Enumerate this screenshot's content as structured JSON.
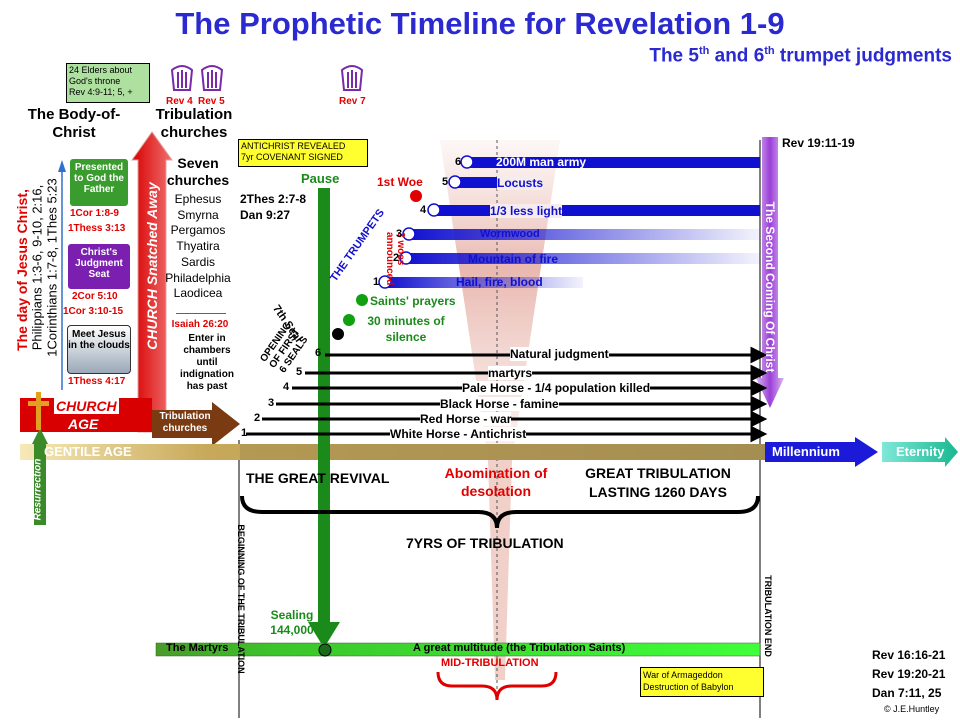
{
  "header": {
    "title": "The Prophetic Timeline for Revelation 1-9",
    "subtitle_pre": "The 5",
    "subtitle_sup1": "th",
    "subtitle_mid": " and 6",
    "subtitle_sup2": "th",
    "subtitle_post": " trumpet judgments"
  },
  "elders": {
    "line1": "24 Elders about",
    "line2": "God's throne",
    "line3": "Rev 4:9-11; 5, +"
  },
  "harps": {
    "rev4": "Rev 4",
    "rev5": "Rev 5",
    "rev7": "Rev 7"
  },
  "left": {
    "body_of_christ": "The Body-of-Christ",
    "tribulation_churches": "Tribulation churches",
    "day_of_christ": "The day of Jesus Christ,",
    "day_refs1": "Philippians 1:3-6, 9-10, 2:16,",
    "day_refs2": "1Corinthians 1:7-8, 1Thes 5:23",
    "snatched": "CHURCH Snatched Away",
    "boxes": [
      {
        "label": "Presented to God the Father",
        "ref1": "1Cor 1:8-9",
        "ref2": "1Thess 3:13"
      },
      {
        "label": "Christ's Judgment Seat",
        "ref1": "2Cor 5:10",
        "ref2": "1Cor 3:10-15"
      },
      {
        "label": "Meet Jesus in the clouds",
        "ref1": "1Thess 4:17",
        "ref2": ""
      }
    ],
    "church_age1": "CHURCH",
    "church_age2": "AGE",
    "resurrection": "Resurrection",
    "gentile_age": "GENTILE AGE",
    "trib_churches_arrow": "Tribulation churches"
  },
  "seven_churches": {
    "title": "Seven churches",
    "items": [
      "Ephesus",
      "Smyrna",
      "Pergamos",
      "Thyatira",
      "Sardis",
      "Philadelphia",
      "Laodicea"
    ],
    "isaiah": "Isaiah 26:20",
    "isaiah_text": "Enter in chambers until indignation has past"
  },
  "center": {
    "antichrist1": "ANTICHRIST  REVEALED",
    "antichrist2": "7yr COVENANT  SIGNED",
    "pause": "Pause",
    "thes": "2Thes 2:7-8",
    "dan": "Dan 9:27",
    "seventh_seal": "7th Seal",
    "opening": "OPENING OF FIRST 6 SEALS",
    "trumpets": "THE TRUMPETS",
    "woes": "3 woes announced",
    "first_woe": "1st Woe",
    "saints_prayers": "Saints' prayers",
    "silence": "30 minutes of silence",
    "beginning": "BEGINNING OF THE TRIBULATION",
    "trib_end": "TRIBULATION END",
    "second_coming": "The Second Coming Of Christ",
    "rev19": "Rev 19:11-19",
    "sealing1": "Sealing",
    "sealing2": "144,000"
  },
  "trumpets": [
    {
      "n": "1",
      "label": "Hail, fire, blood"
    },
    {
      "n": "2",
      "label": "Mountain of fire"
    },
    {
      "n": "3",
      "label": "Wormwood"
    },
    {
      "n": "4",
      "label": "1/3 less light"
    },
    {
      "n": "5",
      "label": "Locusts"
    },
    {
      "n": "6",
      "label": "200M man army"
    }
  ],
  "seals": [
    {
      "n": "1",
      "label": "White Horse - Antichrist"
    },
    {
      "n": "2",
      "label": "Red Horse - war"
    },
    {
      "n": "3",
      "label": "Black Horse - famine"
    },
    {
      "n": "4",
      "label": "Pale Horse - 1/4 population killed"
    },
    {
      "n": "5",
      "label": "martyrs"
    },
    {
      "n": "6",
      "label": "Natural judgment"
    }
  ],
  "bottom": {
    "millennium": "Millennium",
    "eternity": "Eternity",
    "great_revival": "THE GREAT REVIVAL",
    "abomination": "Abomination of desolation",
    "great_trib1": "GREAT TRIBULATION",
    "great_trib2": "LASTING 1260 DAYS",
    "seven_yrs": "7YRS OF TRIBULATION",
    "martyrs": "The Martyrs",
    "multitude": "A great multitude (the Tribulation Saints)",
    "mid_trib": "MID-TRIBULATION",
    "armageddon1": "War of Armageddon",
    "armageddon2": "Destruction of Babylon",
    "refs": [
      "Rev 16:16-21",
      "Rev 19:20-21",
      "Dan 7:11, 25"
    ],
    "credit": "© J.E.Huntley"
  },
  "colors": {
    "title": "#2a2ad0",
    "red": "#e00000",
    "green": "#3a9b2e",
    "blue": "#1010d0",
    "purple": "#7a1fb0"
  }
}
